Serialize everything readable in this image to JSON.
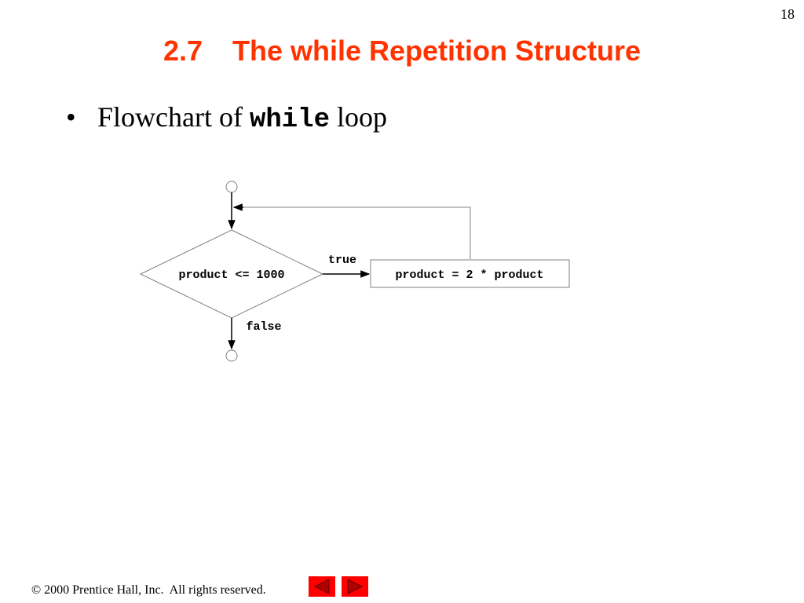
{
  "page_number": "18",
  "title": {
    "section": "2.7",
    "text": "The while Repetition Structure"
  },
  "bullet": {
    "prefix": "Flowchart of ",
    "code": "while",
    "suffix": " loop"
  },
  "flowchart": {
    "condition": "product <= 1000",
    "action": "product = 2 * product",
    "true_label": "true",
    "false_label": "false"
  },
  "footer": {
    "copyright": "© 2000 Prentice Hall, Inc.  All rights reserved."
  },
  "nav": {
    "prev_icon": "left-arrow-icon",
    "next_icon": "right-arrow-icon",
    "color": "#ff0000"
  },
  "colors": {
    "title": "#ff3300"
  }
}
